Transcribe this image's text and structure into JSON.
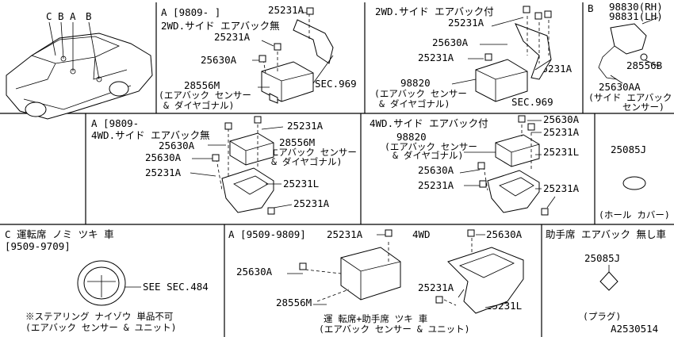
{
  "panel_car": {
    "callouts": [
      "C",
      "B",
      "A",
      "B"
    ]
  },
  "panel_a_2wd_no": {
    "title1": "A [9809-     ]",
    "title2": "2WD.サイド エアバック無",
    "p1": "25231A",
    "p2": "25231A",
    "p3": "25630A",
    "p4": "28556M",
    "sub1": "(エアバック センサー",
    "sub2": "& ダイヤゴナル)",
    "sec": "SEC.969"
  },
  "panel_2wd_with": {
    "title": "2WD.サイド エアバック付",
    "p1": "25231A",
    "p2": "25630A",
    "p3": "25231A",
    "p4": "25231A",
    "p5": "98820",
    "sub1": "(エアバック センサー",
    "sub2": "& ダイヤゴナル)",
    "sec": "SEC.969"
  },
  "panel_b": {
    "label": "B",
    "p1": "98830(RH)",
    "p2": "98831(LH)",
    "p3": "28556B",
    "p4": "25630AA",
    "sub1": "(サイド エアバック",
    "sub2": "センサー)"
  },
  "panel_a_4wd_no": {
    "title1": "A [9809-",
    "title2": "4WD.サイド エアバック無",
    "p1": "25231A",
    "p2": "28556M",
    "p3": "25630A",
    "p4": "25630A",
    "p5": "25231A",
    "p6": "25231L",
    "p7": "25231A",
    "sub1": "(エアバック センサー",
    "sub2": "& ダイヤゴナル)"
  },
  "panel_4wd_with": {
    "title": "4WD.サイド エアバック付",
    "p1": "25630A",
    "p2": "25231A",
    "p3": "98820",
    "p4": "25231L",
    "p5": "25630A",
    "p6": "25231A",
    "p7": "25231A",
    "sub1": "(エアバック センサー",
    "sub2": "& ダイヤゴナル)"
  },
  "panel_hole_cover": {
    "part": "25085J",
    "caption": "(ホール カバー)"
  },
  "panel_c": {
    "title": "C   運転席 ノミ ツキ 車",
    "range": "[9509-9709]",
    "ref": "SEE SEC.484",
    "note1": "※ステアリング ナイゾウ 単品不可",
    "note2": "(エアバック センサー & ユニット)"
  },
  "panel_a_9509": {
    "title": "A [9509-9809]",
    "p1": "25231A",
    "p2": "25630A",
    "p3": "28556M",
    "wd": "4WD",
    "p4": "25630A",
    "p5": "25231A",
    "p6": "25231L",
    "caption1": "運 転席+助手席 ツキ 車",
    "caption2": "(エアバック センサー & ユニット)"
  },
  "panel_passenger": {
    "title": "助手席 エアバック 無し車",
    "part": "25085J",
    "caption": "(プラグ)",
    "code": "A2530514"
  }
}
